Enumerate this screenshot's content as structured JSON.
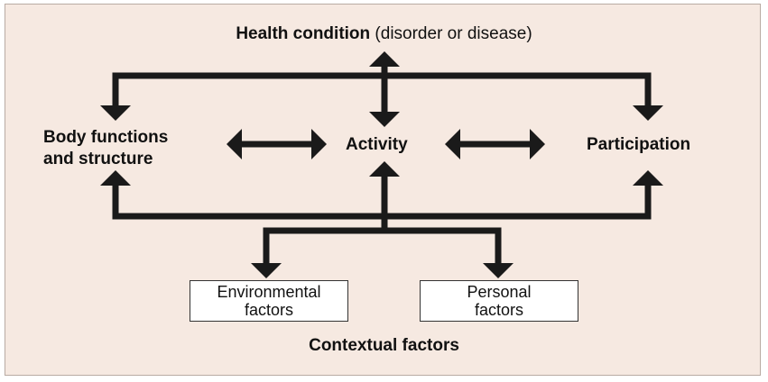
{
  "diagram": {
    "health": {
      "title": "Health condition",
      "subtitle": "(disorder or disease)"
    },
    "nodes": {
      "body_line1": "Body functions",
      "body_line2": "and structure",
      "activity": "Activity",
      "participation": "Participation"
    },
    "boxes": {
      "environmental_line1": "Environmental",
      "environmental_line2": "factors",
      "personal_line1": "Personal",
      "personal_line2": "factors"
    },
    "contextual": "Contextual factors"
  },
  "colors": {
    "background": "#f6e9e1",
    "arrow": "#1a1a1a",
    "box_fill": "#ffffff"
  }
}
